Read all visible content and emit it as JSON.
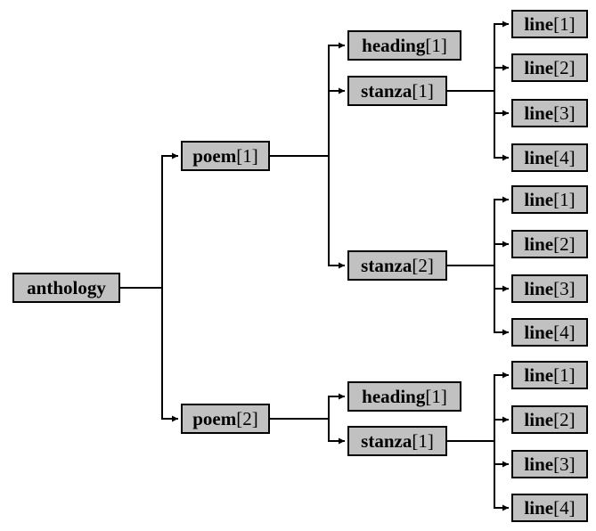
{
  "diagram": {
    "type": "tree",
    "description": "Document node tree: anthology with two poems, each containing heading and stanza elements made of line elements",
    "colors": {
      "background": "#ffffff",
      "box_fill": "#c1c1c1",
      "box_border": "#000000",
      "line": "#000000"
    },
    "nodes": [
      {
        "id": "anthology",
        "name": "anthology",
        "index": ""
      },
      {
        "id": "poem-1",
        "name": "poem",
        "index": "[1]"
      },
      {
        "id": "poem1-heading-1",
        "name": "heading",
        "index": "[1]"
      },
      {
        "id": "poem1-stanza-1",
        "name": "stanza",
        "index": "[1]"
      },
      {
        "id": "poem1-stanza1-line-1",
        "name": "line",
        "index": "[1]"
      },
      {
        "id": "poem1-stanza1-line-2",
        "name": "line",
        "index": "[2]"
      },
      {
        "id": "poem1-stanza1-line-3",
        "name": "line",
        "index": "[3]"
      },
      {
        "id": "poem1-stanza1-line-4",
        "name": "line",
        "index": "[4]"
      },
      {
        "id": "poem1-stanza-2",
        "name": "stanza",
        "index": "[2]"
      },
      {
        "id": "poem1-stanza2-line-1",
        "name": "line",
        "index": "[1]"
      },
      {
        "id": "poem1-stanza2-line-2",
        "name": "line",
        "index": "[2]"
      },
      {
        "id": "poem1-stanza2-line-3",
        "name": "line",
        "index": "[3]"
      },
      {
        "id": "poem1-stanza2-line-4",
        "name": "line",
        "index": "[4]"
      },
      {
        "id": "poem-2",
        "name": "poem",
        "index": "[2]"
      },
      {
        "id": "poem2-heading-1",
        "name": "heading",
        "index": "[1]"
      },
      {
        "id": "poem2-stanza-1",
        "name": "stanza",
        "index": "[1]"
      },
      {
        "id": "poem2-stanza1-line-1",
        "name": "line",
        "index": "[1]"
      },
      {
        "id": "poem2-stanza1-line-2",
        "name": "line",
        "index": "[2]"
      },
      {
        "id": "poem2-stanza1-line-3",
        "name": "line",
        "index": "[3]"
      },
      {
        "id": "poem2-stanza1-line-4",
        "name": "line",
        "index": "[4]"
      }
    ],
    "tree": {
      "anthology": {
        "poem[1]": {
          "heading[1]": [],
          "stanza[1]": [
            "line[1]",
            "line[2]",
            "line[3]",
            "line[4]"
          ],
          "stanza[2]": [
            "line[1]",
            "line[2]",
            "line[3]",
            "line[4]"
          ]
        },
        "poem[2]": {
          "heading[1]": [],
          "stanza[1]": [
            "line[1]",
            "line[2]",
            "line[3]",
            "line[4]"
          ]
        }
      }
    }
  }
}
